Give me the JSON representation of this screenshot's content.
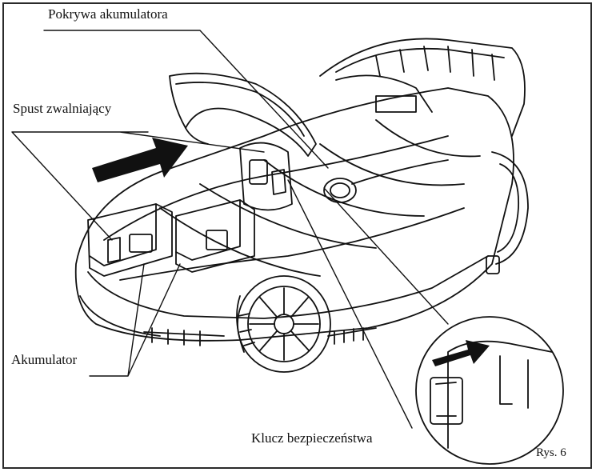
{
  "figure": {
    "labels": {
      "battery_cover": "Pokrywa akumulatora",
      "release_trigger": "Spust zwalniający",
      "battery": "Akumulator",
      "safety_key": "Klucz bezpieczeństwa",
      "figure_number": "Rys. 6"
    },
    "colors": {
      "ink": "#111111",
      "background": "#ffffff",
      "frame": "#2a2a2a"
    }
  }
}
